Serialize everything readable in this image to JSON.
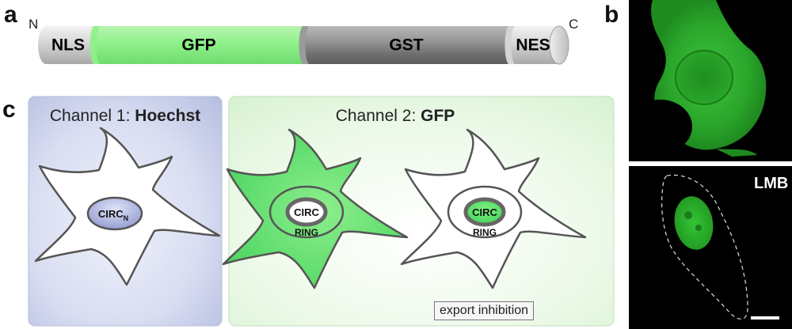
{
  "panel_labels": {
    "a": "a",
    "b": "b",
    "c": "c"
  },
  "construct": {
    "n_terminus": "N",
    "c_terminus": "C",
    "segments": [
      {
        "id": "nls",
        "label": "NLS"
      },
      {
        "id": "gfp",
        "label": "GFP"
      },
      {
        "id": "gst",
        "label": "GST"
      },
      {
        "id": "nes",
        "label": "NES"
      }
    ]
  },
  "channels": {
    "ch1_prefix": "Channel 1: ",
    "ch1_stain": "Hoechst",
    "ch2_prefix": "Channel 2: ",
    "ch2_stain": "GFP"
  },
  "cell_labels": {
    "circ": "CIRC",
    "circ_subscript": "N",
    "ring": "RING"
  },
  "export_inhibition": "export inhibition",
  "micrograph": {
    "treatment_label": "LMB"
  },
  "colors": {
    "gfp_green": "#4ee36a",
    "hoechst_blue": "#9aa3d6",
    "gst_gray": "#8a8a8a"
  }
}
